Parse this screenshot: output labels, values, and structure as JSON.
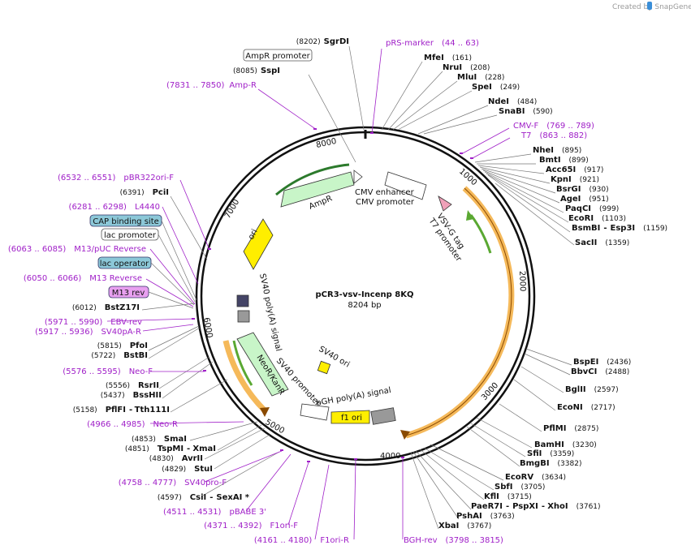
{
  "title": "pCR3-vsv-Incenp 8KQ",
  "subtitle": "8204 bp",
  "watermark": "Created by SnapGene",
  "ticks": [
    "1000",
    "2000",
    "3000",
    "4000",
    "5000",
    "6000",
    "7000",
    "8000"
  ],
  "sites": [
    {
      "name": "SgrDI",
      "pos": "(8202)"
    },
    {
      "name": "SspI",
      "pos": "(8085)"
    },
    {
      "name": "MfeI",
      "pos": "(161)"
    },
    {
      "name": "NruI",
      "pos": "(208)"
    },
    {
      "name": "MluI",
      "pos": "(228)"
    },
    {
      "name": "SpeI",
      "pos": "(249)"
    },
    {
      "name": "NdeI",
      "pos": "(484)"
    },
    {
      "name": "SnaBI",
      "pos": "(590)"
    },
    {
      "name": "NheI",
      "pos": "(895)"
    },
    {
      "name": "BmtI",
      "pos": "(899)"
    },
    {
      "name": "Acc65I",
      "pos": "(917)"
    },
    {
      "name": "KpnI",
      "pos": "(921)"
    },
    {
      "name": "BsrGI",
      "pos": "(930)"
    },
    {
      "name": "AgeI",
      "pos": "(951)"
    },
    {
      "name": "PaqCI",
      "pos": "(999)"
    },
    {
      "name": "EcoRI",
      "pos": "(1103)"
    },
    {
      "name": "BsmBI",
      "name2": "Esp3I",
      "pos": "(1159)"
    },
    {
      "name": "SacII",
      "pos": "(1359)"
    },
    {
      "name": "BspEI",
      "pos": "(2436)"
    },
    {
      "name": "BbvCI",
      "pos": "(2488)"
    },
    {
      "name": "BglII",
      "pos": "(2597)"
    },
    {
      "name": "EcoNI",
      "pos": "(2717)"
    },
    {
      "name": "PflMI",
      "pos": "(2875)"
    },
    {
      "name": "BamHI",
      "pos": "(3230)"
    },
    {
      "name": "SfiI",
      "pos": "(3359)"
    },
    {
      "name": "BmgBI",
      "pos": "(3382)"
    },
    {
      "name": "EcoRV",
      "pos": "(3634)"
    },
    {
      "name": "SbfI",
      "pos": "(3705)"
    },
    {
      "name": "KflI",
      "pos": "(3715)"
    },
    {
      "name": "PaeR7I",
      "name2": "PspXI",
      "name3": "XhoI",
      "pos": "(3761)"
    },
    {
      "name": "PshAI",
      "pos": "(3763)"
    },
    {
      "name": "XbaI",
      "pos": "(3767)"
    },
    {
      "name": "PciI",
      "pos": "(6391)"
    },
    {
      "name": "BstZ17I",
      "pos": "(6012)"
    },
    {
      "name": "PfoI",
      "pos": "(5815)"
    },
    {
      "name": "BstBI",
      "pos": "(5722)"
    },
    {
      "name": "RsrII",
      "pos": "(5556)"
    },
    {
      "name": "BssHII",
      "pos": "(5437)"
    },
    {
      "name": "PflFI",
      "name2": "Tth111I",
      "pos": "(5158)"
    },
    {
      "name": "SmaI",
      "pos": "(4853)"
    },
    {
      "name": "TspMI",
      "name2": "XmaI",
      "pos": "(4851)"
    },
    {
      "name": "AvrII",
      "pos": "(4830)"
    },
    {
      "name": "StuI",
      "pos": "(4829)"
    },
    {
      "name": "CsiI",
      "name2": "SexAI *",
      "pos": "(4597)"
    }
  ],
  "primers": [
    {
      "name": "pRS-marker",
      "range": "(44 .. 63)"
    },
    {
      "name": "Amp-R",
      "range": "(7831 .. 7850)"
    },
    {
      "name": "CMV-F",
      "range": "(769 .. 789)"
    },
    {
      "name": "T7",
      "range": "(863 .. 882)"
    },
    {
      "name": "pBR322ori-F",
      "range": "(6532 .. 6551)"
    },
    {
      "name": "L4440",
      "range": "(6281 .. 6298)"
    },
    {
      "name": "M13/pUC Reverse",
      "range": "(6063 .. 6085)"
    },
    {
      "name": "M13 Reverse",
      "range": "(6050 .. 6066)"
    },
    {
      "name": "EBV-rev",
      "range": "(5971 .. 5990)"
    },
    {
      "name": "SV40pA-R",
      "range": "(5917 .. 5936)"
    },
    {
      "name": "Neo-F",
      "range": "(5576 .. 5595)"
    },
    {
      "name": "Neo-R",
      "range": "(4966 .. 4985)"
    },
    {
      "name": "SV40pro-F",
      "range": "(4758 .. 4777)"
    },
    {
      "name": "pBABE 3'",
      "range": "(4511 .. 4531)"
    },
    {
      "name": "F1ori-F",
      "range": "(4371 .. 4392)"
    },
    {
      "name": "F1ori-R",
      "range": "(4161 .. 4180)"
    },
    {
      "name": "BGH-rev",
      "range": "(3798 .. 3815)"
    }
  ],
  "boxed": [
    "AmpR promoter",
    "CAP binding site",
    "lac promoter",
    "lac operator",
    "M13 rev"
  ],
  "features": [
    "AmpR",
    "CMV enhancer",
    "CMV promoter",
    "VSV-G tag",
    "T7 promoter",
    "ori",
    "SV40 poly(A) signal",
    "NeoR/KanR",
    "SV40 promoter",
    "SV40 ori",
    "bGH poly(A) signal",
    "f1 ori"
  ],
  "colors": {
    "primer": "#a020c8",
    "ampr": "#c8f5c8",
    "ori": "#ffee00",
    "orf": "#f5b95a",
    "orf_arrow": "#5aa832",
    "box_blue": "#8cc8d8",
    "box_purple": "#e8a0f0"
  }
}
